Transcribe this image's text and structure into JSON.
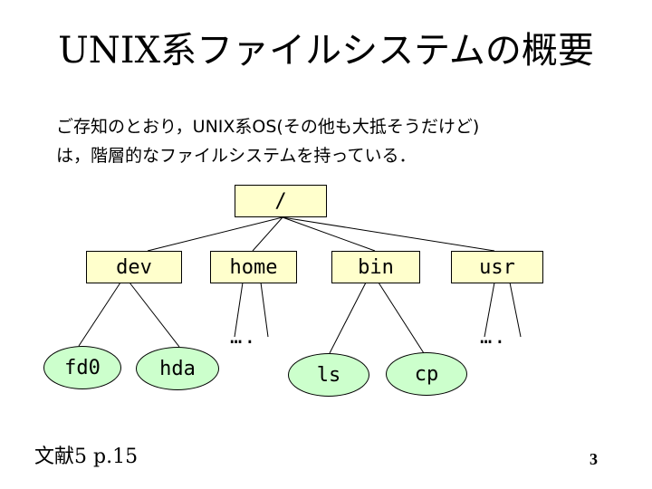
{
  "title": "UNIX系ファイルシステムの概要",
  "intro": {
    "line1": "ご存知のとおり，UNIX系OS(その他も大抵そうだけど)",
    "line2": "は，階層的なファイルシステムを持っている．"
  },
  "tree": {
    "root": "/",
    "dirs": {
      "dev": "dev",
      "home": "home",
      "bin": "bin",
      "usr": "usr"
    },
    "leaves": {
      "fd0": "fd0",
      "hda": "hda",
      "ls": "ls",
      "cp": "cp"
    },
    "ellipsis": "…."
  },
  "reference": "文献5 p.15",
  "page_number": "3",
  "colors": {
    "directory_fill": "#ffffcc",
    "file_fill": "#ccffcc",
    "line": "#000000"
  }
}
